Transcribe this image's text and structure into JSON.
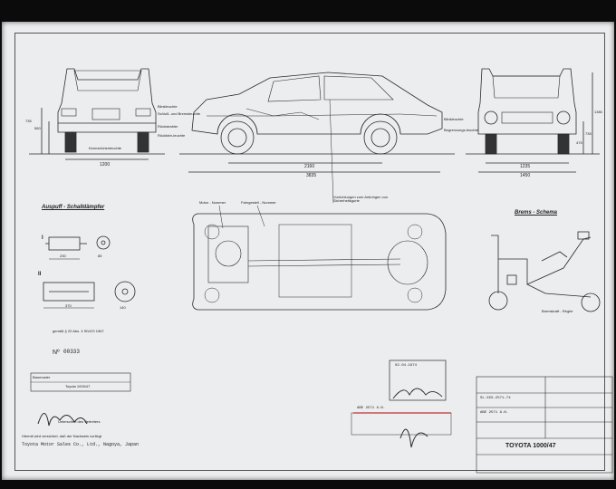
{
  "sheet": {
    "title_block": {
      "model": "TOYOTA 1000/47",
      "drawing_no": "SL-XXX-2571-74",
      "approval_no": "ABE 2571 A.N.",
      "stamp_date": "02.04.1974"
    },
    "sections": {
      "exhaust": "Auspuff - Schalldämpfer",
      "brakes": "Brems - Schema"
    },
    "labels": {
      "blinkleuchte": "Blinkleuchte",
      "schluss": "Schluß- und Bremsleuchte",
      "rueckstrahler": "Rückstrahler",
      "rueckfahr": "Rückfahr-leuchte",
      "kennzeichen": "Kennzeichenleuchte",
      "blink_front": "Blinkleuchte",
      "begrenzung": "Begrenzungs-leuchte",
      "motor": "Motor - Nummer",
      "fahrgestell": "Fahrgestell - Nummer",
      "vorrichtungen": "Vorrichtungen zum Anbringen von Sicherheitsgurte",
      "bremskraft": "Bremskraft - Regler",
      "roman1": "I",
      "roman2": "II"
    },
    "dimensions": {
      "rear_width": "1200",
      "rear_h1": "735",
      "rear_h2": "560",
      "wheelbase": "2160",
      "length": "3835",
      "front_track": "1235",
      "width": "1450",
      "height": "1380",
      "front_h1": "475",
      "front_h2": "735",
      "muffler1_len": "230",
      "muffler1_dia": "85",
      "muffler2_len": "370",
      "muffler2_dia": "140"
    },
    "number_label": "Nº",
    "number": "00333",
    "small_note": "gemäß § 20 Abs. 4 StVZO 1967",
    "company": "Toyota Motor Sales Co., Ltd., Nagoya, Japan",
    "signature_note": "Unterschrift des Vertreters",
    "weight_label": "Baumuster",
    "weight_value": "Toyota 1000/47",
    "footer_text": "Hiermit wird versichert, daß der Nachweis vorliegt"
  }
}
